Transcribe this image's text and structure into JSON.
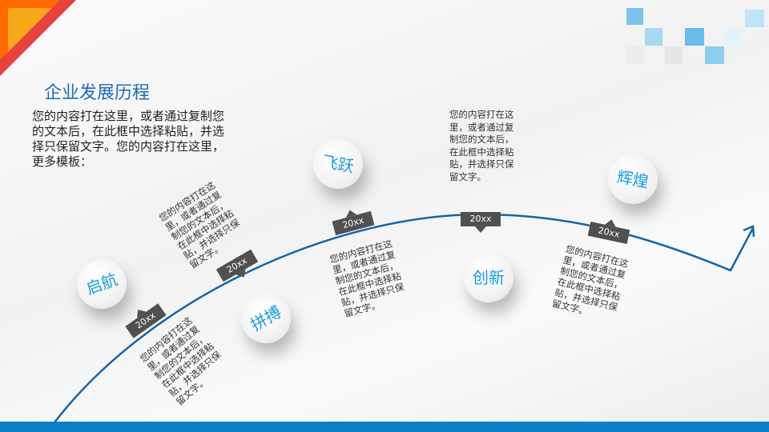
{
  "title": "企业发展历程",
  "intro": "您的内容打在这里，或者通过复制您的文本后，在此框中选择粘贴，并选择只保留文字。您的内容打在这里，更多模板：",
  "colors": {
    "accent": "#1c6db5",
    "bar": "#0a7fc8",
    "circle_text": "#1b9be0",
    "tag": "#505050"
  },
  "milestones": [
    {
      "label": "启航",
      "year": "20xx",
      "text": "您的内容打在这里，或者通过复制您的文本后，在此框中选择粘贴，并选择只保留文字。"
    },
    {
      "label": "拼搏",
      "year": "20xx",
      "text": "您的内容打在这里，或者通过复制您的文本后，在此框中选择粘贴，并选择只保留文字。"
    },
    {
      "label": "飞跃",
      "year": "20xx",
      "text": "您的内容打在这里，或者通过复制您的文本后，在此框中选择粘贴，并选择只保留文字。"
    },
    {
      "label": "创新",
      "year": "20xx",
      "text": "您的内容打在这里，或者通过复制您的文本后，在此框中选择粘贴，并选择只保留文字。"
    },
    {
      "label": "辉煌",
      "year": "20xx",
      "text": "您的内容打在这里，或者通过复制您的文本后，在此框中选择粘贴，并选择只保留文字。"
    }
  ]
}
